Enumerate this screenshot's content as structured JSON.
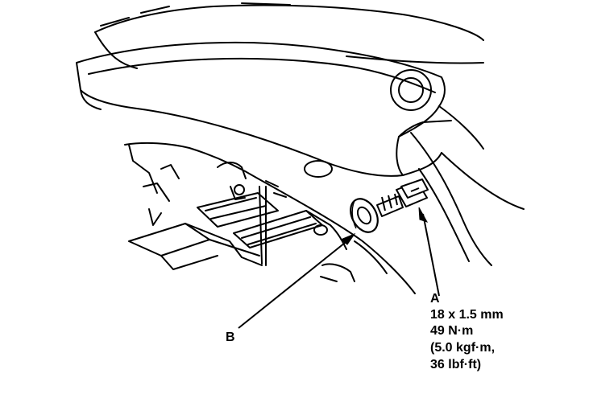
{
  "diagram": {
    "callout_a": {
      "letter": "A",
      "spec_lines": [
        "18 x 1.5 mm",
        "49 N·m",
        "(5.0 kgf·m,",
        "36 lbf·ft)"
      ]
    },
    "callout_b": {
      "letter": "B"
    }
  },
  "colors": {
    "line": "#000000",
    "background": "#ffffff"
  }
}
